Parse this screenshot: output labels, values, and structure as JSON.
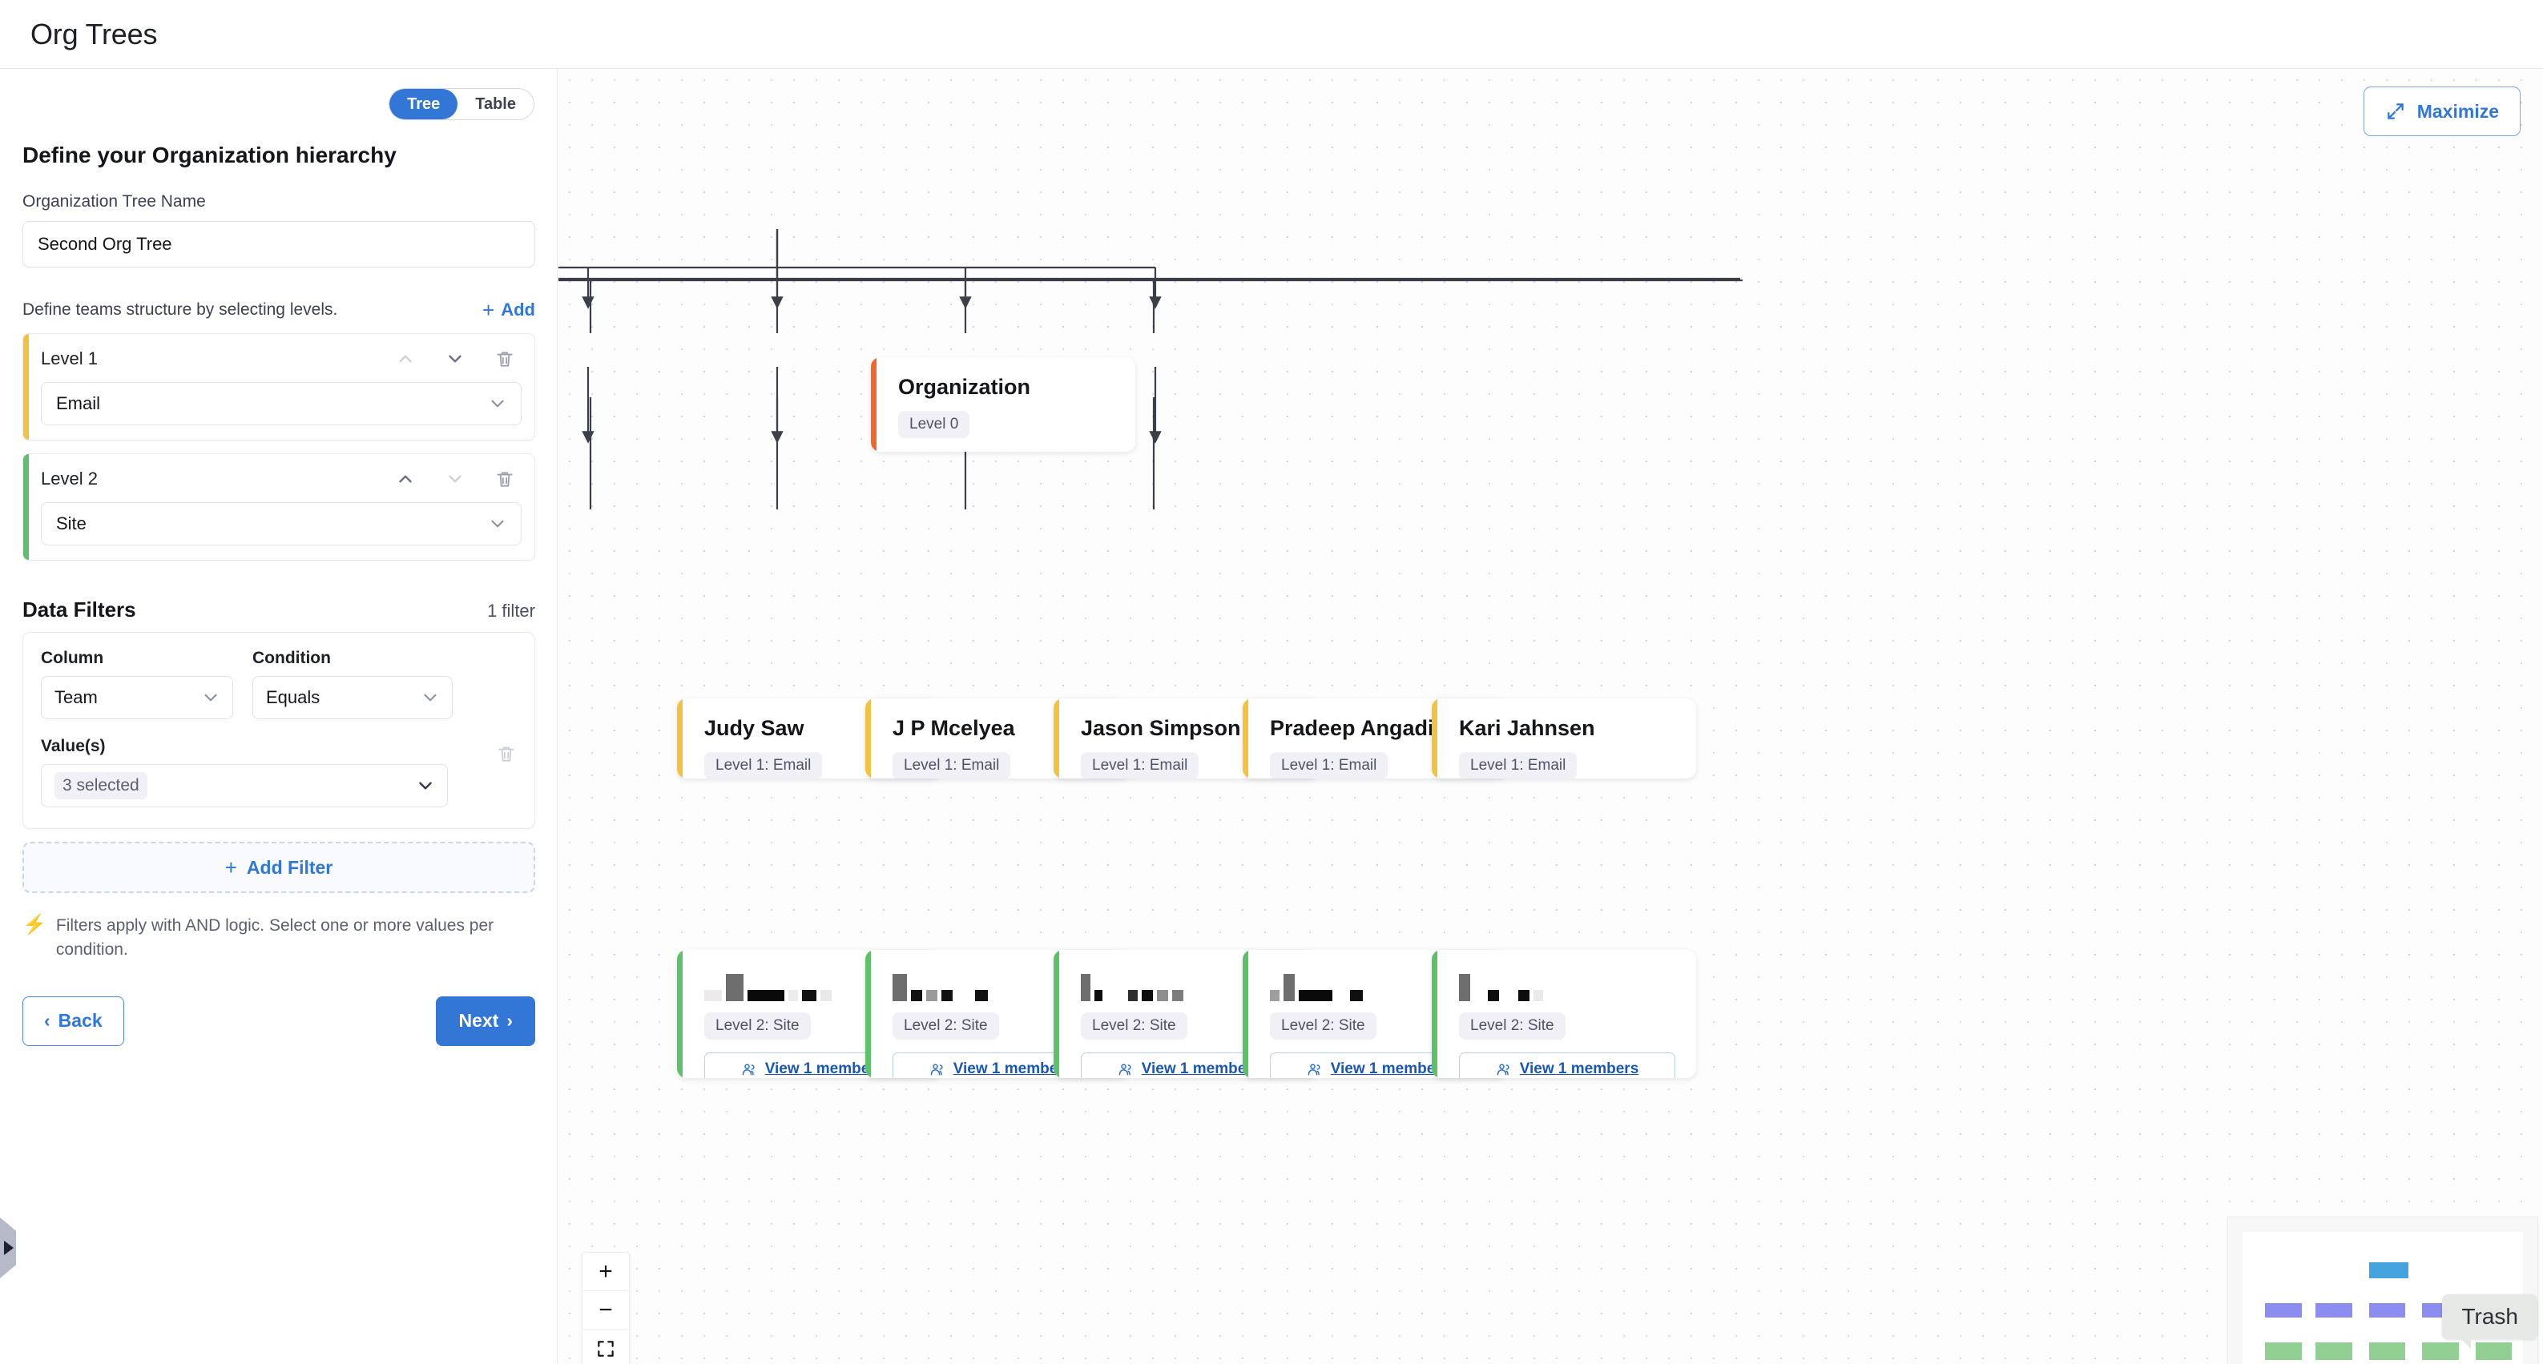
{
  "header": {
    "title": "Org Trees"
  },
  "sidebar": {
    "view_toggle": {
      "options": [
        "Tree",
        "Table"
      ],
      "selected": "Tree"
    },
    "panel_heading": "Define your Organization hierarchy",
    "tree_name_label": "Organization Tree Name",
    "tree_name_value": "Second Org Tree",
    "levels_hint": "Define teams structure by selecting levels.",
    "add_label": "Add",
    "levels": [
      {
        "name": "Level 1",
        "value": "Email",
        "accent": "#f3c33f",
        "up_icon": "chevron-up-icon",
        "down_icon": "chevron-down-icon",
        "delete_icon": "trash-icon"
      },
      {
        "name": "Level 2",
        "value": "Site",
        "accent": "#5dc167",
        "up_icon": "chevron-up-icon",
        "down_icon": "chevron-down-icon",
        "delete_icon": "trash-icon"
      }
    ],
    "filters": {
      "title": "Data Filters",
      "count_label": "1 filter",
      "column_label": "Column",
      "column_value": "Team",
      "condition_label": "Condition",
      "condition_value": "Equals",
      "values_label": "Value(s)",
      "values_chip": "3 selected",
      "delete_icon": "trash-icon",
      "add_filter_label": "Add Filter",
      "hint_icon": "lightning-bolt-icon",
      "hint_text": "Filters apply with AND logic. Select one or more values per condition."
    },
    "nav": {
      "back_label": "Back",
      "next_label": "Next"
    },
    "collapse_handle_icon": "expand-right-triangle-icon"
  },
  "canvas": {
    "maximize_label": "Maximize",
    "maximize_icon": "expand-diagonal-icon",
    "root": {
      "title": "Organization",
      "badge": "Level 0",
      "accent": "#f2682a"
    },
    "level1_badge": "Level 1: Email",
    "level2_badge": "Level 2: Site",
    "members_label": "View 1 members",
    "members_icon": "people-group-icon",
    "level1_nodes": [
      {
        "title": "Judy Saw"
      },
      {
        "title": "J P Mcelyea"
      },
      {
        "title": "Jason Simpson"
      },
      {
        "title": "Pradeep Angadi"
      },
      {
        "title": "Kari Jahnsen"
      }
    ],
    "level2_nodes": [
      {
        "title_redacted": true,
        "title": ""
      },
      {
        "title_redacted": true,
        "title": ""
      },
      {
        "title_redacted": true,
        "title": ""
      },
      {
        "title_redacted": true,
        "title": ""
      },
      {
        "title_redacted": true,
        "title": ""
      }
    ],
    "zoom_controls": {
      "zoom_in_label": "+",
      "zoom_out_label": "−",
      "fit_view_icon": "fit-view-icon"
    },
    "minimap": {
      "trash_tooltip": "Trash",
      "root_color": "#44a3dc",
      "level1_color": "#8b8df0",
      "level2_color": "#92cf92"
    }
  }
}
